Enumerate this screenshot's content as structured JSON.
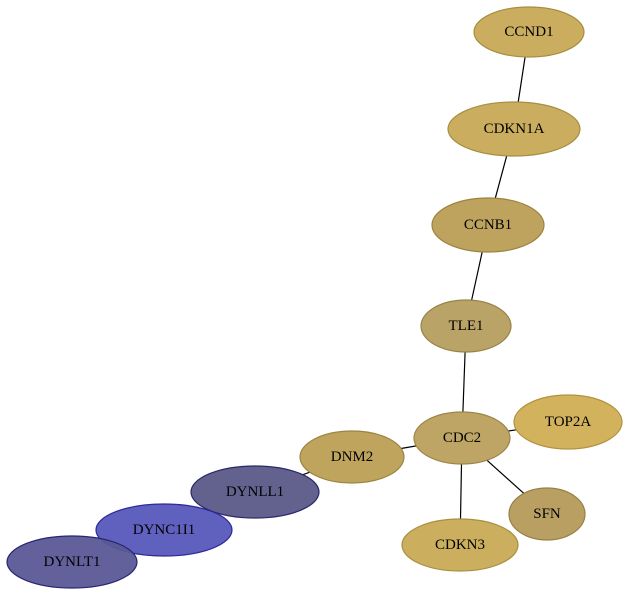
{
  "nodes": [
    {
      "id": "ccnd1",
      "label": "CCND1",
      "fill": "#c7a955",
      "stroke": "#a88e40"
    },
    {
      "id": "cdkn1a",
      "label": "CDKN1A",
      "fill": "#c7a955",
      "stroke": "#a88e40"
    },
    {
      "id": "ccnb1",
      "label": "CCNB1",
      "fill": "#bb9e55",
      "stroke": "#9c8440"
    },
    {
      "id": "tle1",
      "label": "TLE1",
      "fill": "#b59e5e",
      "stroke": "#978348"
    },
    {
      "id": "cdc2",
      "label": "CDC2",
      "fill": "#baa05d",
      "stroke": "#9b8547"
    },
    {
      "id": "top2a",
      "label": "TOP2A",
      "fill": "#d0ae54",
      "stroke": "#b3923e"
    },
    {
      "id": "sfn",
      "label": "SFN",
      "fill": "#b59b5a",
      "stroke": "#958045"
    },
    {
      "id": "cdkn3",
      "label": "CDKN3",
      "fill": "#c8ab56",
      "stroke": "#a88f41"
    },
    {
      "id": "dnm2",
      "label": "DNM2",
      "fill": "#bc9f55",
      "stroke": "#9c8441"
    },
    {
      "id": "dynll1",
      "label": "DYNLL1",
      "fill": "#5b5988",
      "stroke": "#2a2868"
    },
    {
      "id": "dync1i1",
      "label": "DYNC1I1",
      "fill": "#5757bb",
      "stroke": "#2a2a99"
    },
    {
      "id": "dynlt1",
      "label": "DYNLT1",
      "fill": "#5a5896",
      "stroke": "#282670"
    }
  ],
  "edges": [
    {
      "source": "ccnd1",
      "target": "cdkn1a"
    },
    {
      "source": "cdkn1a",
      "target": "ccnb1"
    },
    {
      "source": "ccnb1",
      "target": "tle1"
    },
    {
      "source": "tle1",
      "target": "cdc2"
    },
    {
      "source": "cdc2",
      "target": "top2a"
    },
    {
      "source": "cdc2",
      "target": "sfn"
    },
    {
      "source": "cdc2",
      "target": "cdkn3"
    },
    {
      "source": "cdc2",
      "target": "dnm2"
    },
    {
      "source": "dnm2",
      "target": "dynll1"
    },
    {
      "source": "dynll1",
      "target": "dync1i1"
    },
    {
      "source": "dync1i1",
      "target": "dynlt1"
    }
  ]
}
